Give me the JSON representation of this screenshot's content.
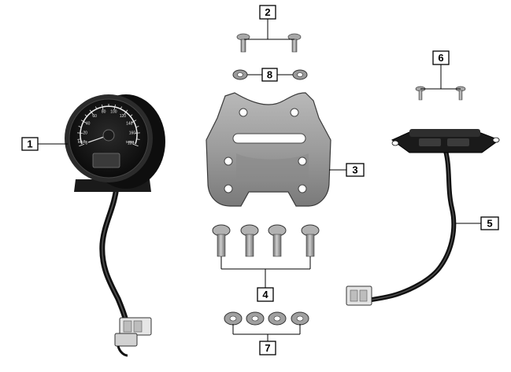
{
  "callouts": [
    {
      "id": "1",
      "text": "1",
      "part": "speedometer"
    },
    {
      "id": "2",
      "text": "2",
      "part": "upper-screws"
    },
    {
      "id": "3",
      "text": "3",
      "part": "mounting-bracket"
    },
    {
      "id": "4",
      "text": "4",
      "part": "lower-bolts"
    },
    {
      "id": "5",
      "text": "5",
      "part": "indicator-light-assembly"
    },
    {
      "id": "6",
      "text": "6",
      "part": "indicator-screws"
    },
    {
      "id": "7",
      "text": "7",
      "part": "lower-nuts"
    },
    {
      "id": "8",
      "text": "8",
      "part": "upper-nuts"
    }
  ],
  "gauge": {
    "scale": [
      "0",
      "20",
      "40",
      "60",
      "80",
      "100",
      "120",
      "140",
      "160",
      "180"
    ],
    "unit": "km/h",
    "unit_right": "MPH"
  },
  "colors": {
    "ink": "#000000",
    "metal": "#9a9a9a",
    "metal_dark": "#5c5c5c",
    "gauge_body": "#161616"
  }
}
